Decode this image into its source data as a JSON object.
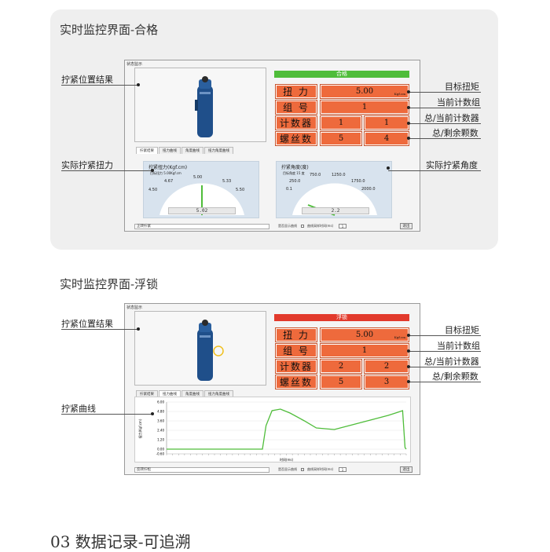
{
  "section1": {
    "title": "实时监控界面-合格",
    "window_title": "状态监示",
    "status": "合格",
    "status_color": "#4fbd3a",
    "rows": [
      {
        "label": "扭 力",
        "value": "5.00",
        "unit": "Kgf.cm"
      },
      {
        "label": "组 号",
        "value": "1"
      },
      {
        "label": "计数器",
        "values": [
          "1",
          "1"
        ]
      },
      {
        "label": "螺丝数",
        "values": [
          "5",
          "4"
        ]
      }
    ],
    "tabs": [
      "拧紧结果",
      "扭力曲线",
      "角度曲线",
      "扭力角度曲线"
    ],
    "torque_gauge": {
      "title": "拧紧扭力(Kgf.cm)",
      "target_text": "目标扭力 5.00Kgf.cm",
      "ticks": [
        "4.50",
        "4.67",
        "5.00",
        "5.33",
        "5.50"
      ],
      "value": "5.02",
      "min": 4.5,
      "max": 5.5,
      "reading": 5.02
    },
    "angle_gauge": {
      "title": "拧紧角度(度)",
      "target_text": "目标角度 15 度",
      "ticks": [
        "0.1",
        "250.0",
        "750.0",
        "1250.0",
        "1750.0",
        "2000.0"
      ],
      "value": "2.2",
      "min": 0,
      "max": 2000,
      "reading": 2.2
    },
    "status_strip": "正转拧紧",
    "show_curve_label": "是否显示曲线",
    "interval_label": "曲线采样时间(ms)",
    "interval_value": "1",
    "exit_label": "退出",
    "annotations": {
      "left": [
        "拧紧位置结果",
        "实际拧紧扭力"
      ],
      "right": [
        "目标扭矩",
        "当前计数组",
        "总/当前计数器",
        "总/剩余颗数",
        "实际拧紧角度"
      ]
    }
  },
  "section2": {
    "title": "实时监控界面-浮锁",
    "window_title": "状态监示",
    "status": "浮锁",
    "status_color": "#e23a2c",
    "rows": [
      {
        "label": "扭 力",
        "value": "5.00",
        "unit": "Kgf.cm"
      },
      {
        "label": "组 号",
        "value": "1"
      },
      {
        "label": "计数器",
        "values": [
          "2",
          "2"
        ]
      },
      {
        "label": "螺丝数",
        "values": [
          "5",
          "3"
        ]
      }
    ],
    "tabs": [
      "拧紧结果",
      "扭力曲线",
      "角度曲线",
      "扭力角度曲线"
    ],
    "status_strip": "反转拧松",
    "show_curve_label": "是否显示曲线",
    "interval_label": "曲线采样时间(ms)",
    "interval_value": "1",
    "exit_label": "退出",
    "annotations": {
      "left": [
        "拧紧位置结果",
        "拧紧曲线"
      ],
      "right": [
        "目标扭矩",
        "当前计数组",
        "总/当前计数器",
        "总/剩余颗数"
      ]
    },
    "chart_data": {
      "type": "line",
      "ylabel": "扭力(Kgf.cm)",
      "xlabel": "时间(ms)",
      "ylim": [
        -0.6,
        6.0
      ],
      "yticks": [
        "6.00",
        "4.80",
        "3.60",
        "2.40",
        "1.20",
        "0.00",
        "-0.60"
      ],
      "xlim": [
        0,
        200
      ],
      "x": [
        0,
        80,
        83,
        88,
        95,
        103,
        115,
        125,
        140,
        155,
        170,
        185,
        195,
        197,
        199,
        200
      ],
      "y": [
        0.0,
        0.0,
        3.0,
        4.9,
        5.1,
        4.6,
        3.6,
        2.7,
        2.5,
        3.1,
        3.7,
        4.3,
        4.8,
        4.9,
        0.2,
        0.0
      ],
      "color": "#4fbd3a"
    }
  },
  "footer": "03 数据记录-可追溯"
}
